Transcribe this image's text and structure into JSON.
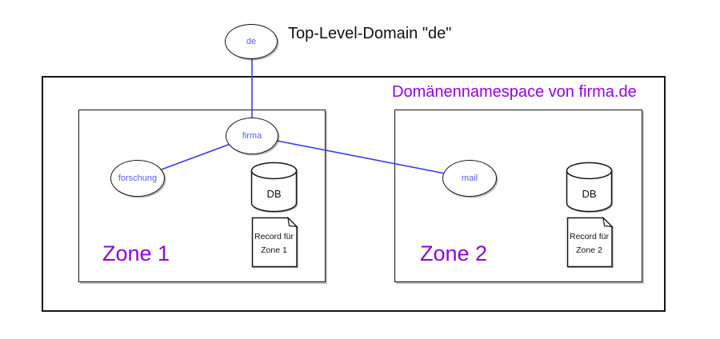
{
  "titles": {
    "tld": "Top-Level-Domain \"de\"",
    "namespace": "Domänennamespace von firma.de"
  },
  "nodes": {
    "de": "de",
    "firma": "firma",
    "forschung": "forschung",
    "mail": "mail"
  },
  "zones": [
    {
      "label": "Zone 1",
      "db": "DB",
      "record_line1": "Record für",
      "record_line2": "Zone 1"
    },
    {
      "label": "Zone 2",
      "db": "DB",
      "record_line1": "Record für",
      "record_line2": "Zone 2"
    }
  ],
  "colors": {
    "edge_blue": "#3b3bf0",
    "node_text_blue": "#5c5cf2",
    "purple": "#9405dc",
    "outline_black": "#161616"
  }
}
